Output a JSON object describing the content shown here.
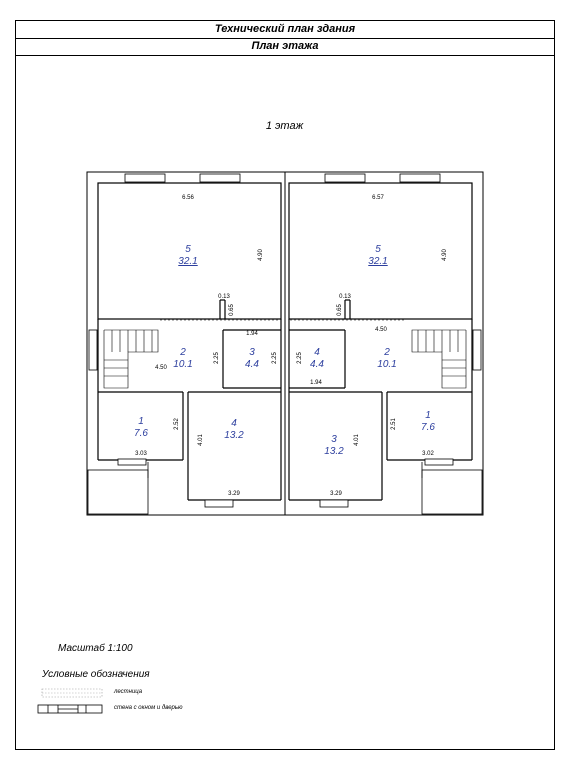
{
  "header": {
    "title": "Технический план здания",
    "subtitle": "План этажа"
  },
  "floor_label": "1 этаж",
  "rooms": {
    "left": {
      "r5": {
        "num": "5",
        "area": "32.1"
      },
      "r2": {
        "num": "2",
        "area": "10.1"
      },
      "r3": {
        "num": "3",
        "area": "4.4"
      },
      "r1": {
        "num": "1",
        "area": "7.6"
      },
      "r4": {
        "num": "4",
        "area": "13.2"
      }
    },
    "right": {
      "r5": {
        "num": "5",
        "area": "32.1"
      },
      "r4": {
        "num": "4",
        "area": "4.4"
      },
      "r2": {
        "num": "2",
        "area": "10.1"
      },
      "r3": {
        "num": "3",
        "area": "13.2"
      },
      "r1": {
        "num": "1",
        "area": "7.6"
      }
    }
  },
  "dims": {
    "left": {
      "top_width": "6.56",
      "top_height": "4.90",
      "small_a": "0.13",
      "small_b": "0.65",
      "mid_width": "1.94",
      "h225a": "2.25",
      "h225b": "2.25",
      "w450": "4.50",
      "h252": "2.52",
      "h401": "4.01",
      "w303": "3.03",
      "w329": "3.29"
    },
    "right": {
      "top_width": "6.57",
      "top_height": "4.90",
      "small_a": "0.13",
      "small_b": "0.65",
      "w450": "4.50",
      "h225": "2.25",
      "mid_width": "1.94",
      "h401": "4.01",
      "h251": "2.51",
      "w302": "3.02",
      "w329": "3.29"
    }
  },
  "scale": "Масштаб 1:100",
  "legend": {
    "title": "Условные обозначения",
    "stairs": "лестница",
    "wall": "стена с окном и дверью"
  }
}
